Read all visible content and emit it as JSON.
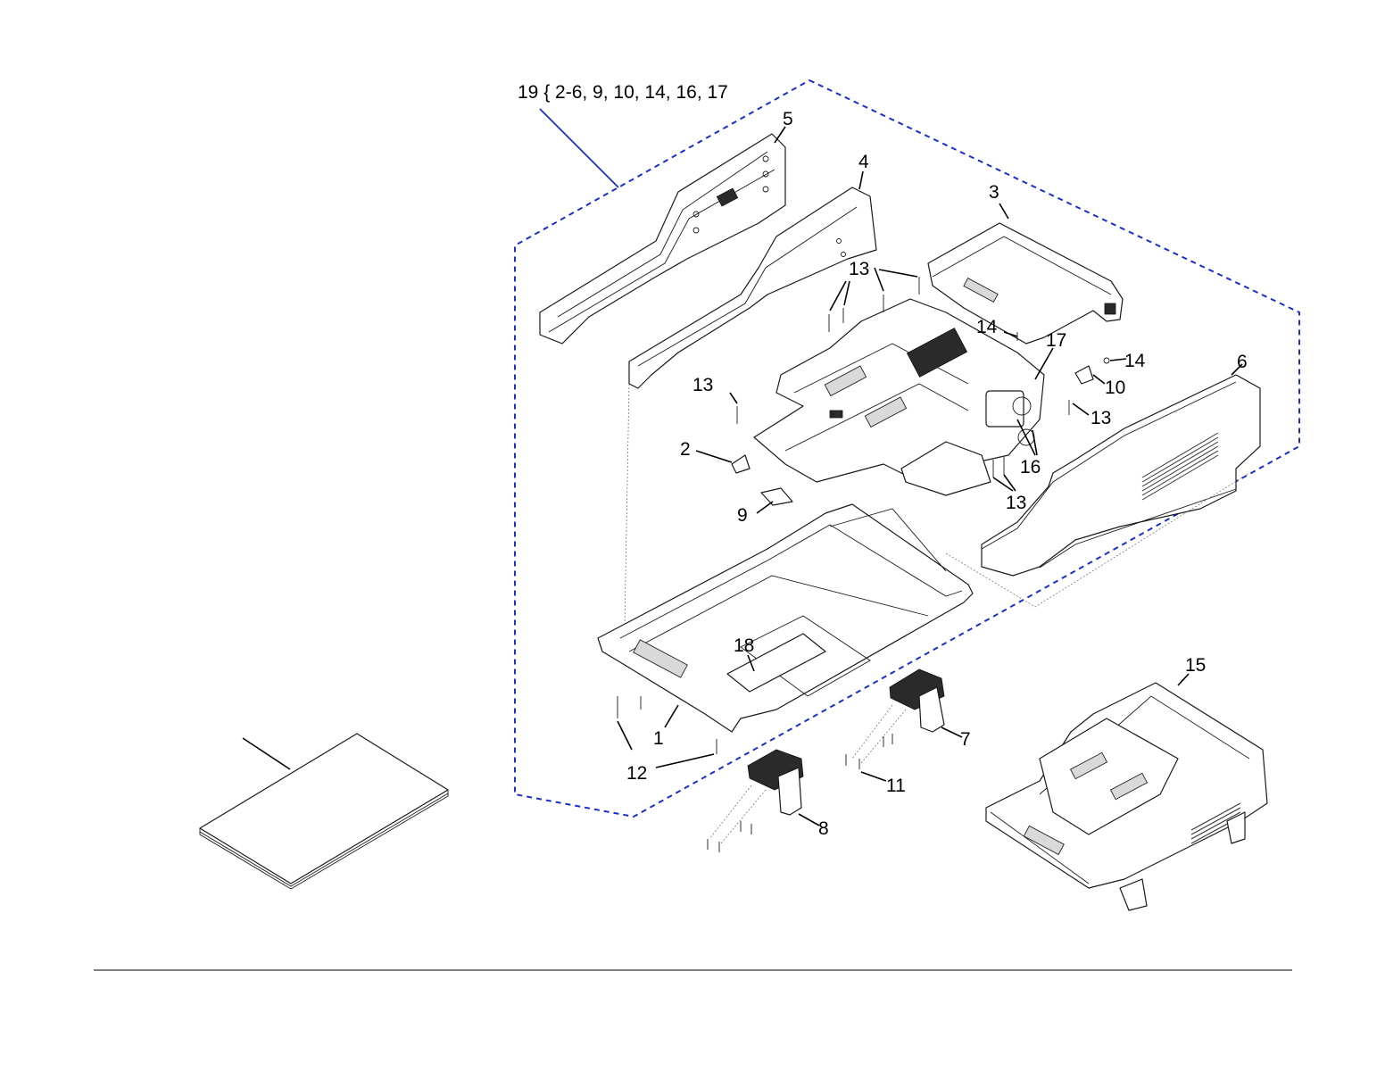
{
  "assembly": {
    "label": "19 { 2-6, 9, 10, 14, 16, 17",
    "boundary_color": "#1a2fcc"
  },
  "callouts": {
    "c1": "1",
    "c2": "2",
    "c3": "3",
    "c4": "4",
    "c5": "5",
    "c6": "6",
    "c7": "7",
    "c8": "8",
    "c9": "9",
    "c10": "10",
    "c11": "11",
    "c12": "12",
    "c13a": "13",
    "c13b": "13",
    "c13c": "13",
    "c13d": "13",
    "c14a": "14",
    "c14b": "14",
    "c15": "15",
    "c16": "16",
    "c17": "17",
    "c18": "18"
  },
  "colors": {
    "boundary": "#1a2fcc",
    "linework": "#1a1a1a",
    "footer_rule": "#000000"
  }
}
